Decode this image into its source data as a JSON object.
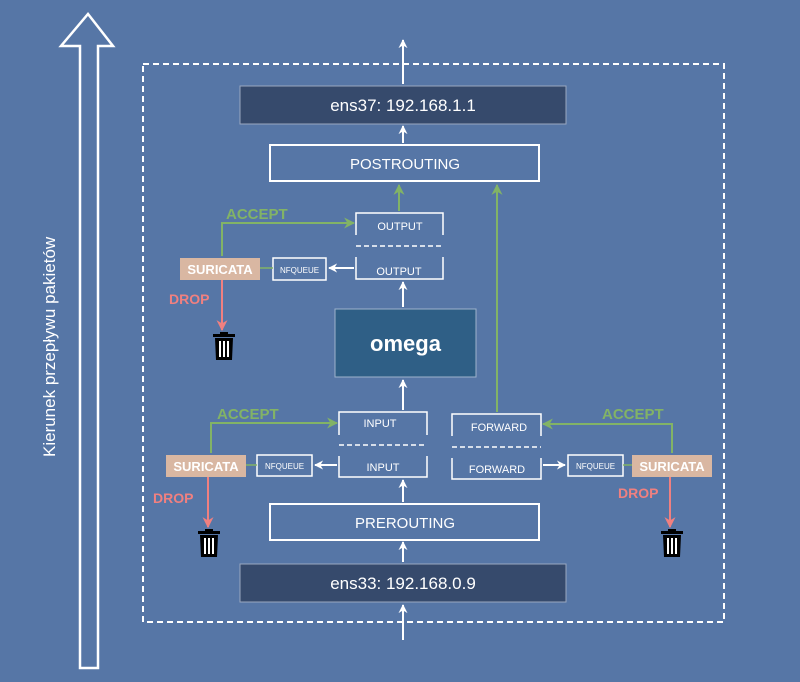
{
  "side_label": "Kierunek przepływu pakietów",
  "interfaces": {
    "top": "ens37: 192.168.1.1",
    "bottom": "ens33: 192.168.0.9"
  },
  "chains": {
    "postrouting": "POSTROUTING",
    "prerouting": "PREROUTING",
    "output_top": "OUTPUT",
    "output_bottom": "OUTPUT",
    "input_top": "INPUT",
    "input_bottom": "INPUT",
    "forward_top": "FORWARD",
    "forward_bottom": "FORWARD"
  },
  "host": "omega",
  "nfqueue": {
    "output": "NFQUEUE",
    "input": "NFQUEUE",
    "forward": "NFQUEUE"
  },
  "suricata": {
    "output": "SURICATA",
    "input": "SURICATA",
    "forward": "SURICATA"
  },
  "verdicts": {
    "accept_output": "ACCEPT",
    "accept_input": "ACCEPT",
    "accept_forward": "ACCEPT",
    "drop_output": "DROP",
    "drop_input": "DROP",
    "drop_forward": "DROP"
  },
  "icons": {
    "trash": "trash-icon"
  },
  "colors": {
    "background": "#5676a6",
    "interface_box": "#364a6c",
    "host_box": "#2f5f86",
    "suricata_box": "#d9b7a2",
    "accept": "#82b366",
    "drop": "#f08080",
    "line": "#ffffff"
  }
}
